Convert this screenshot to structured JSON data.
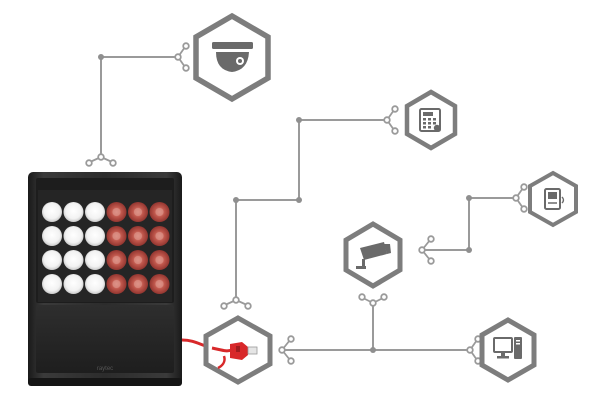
{
  "diagram": {
    "colors": {
      "line": "#9a9a9a",
      "node": "#8f8f8f",
      "hex_stroke": "#7d7d7d",
      "icon": "#6a6a6a",
      "illuminator_body": "#2a2a2a",
      "white_led": "#f7f7f7",
      "ir_led": "#b0483f",
      "cable": "#d8282a"
    },
    "illuminator": {
      "brand_text": "raytec",
      "white_led_rows": 4,
      "white_led_cols": 3,
      "ir_led_rows": 4,
      "ir_led_cols": 3
    },
    "devices": [
      {
        "id": "dome-camera",
        "icon": "dome-camera-icon"
      },
      {
        "id": "access-control",
        "icon": "access-panel-icon"
      },
      {
        "id": "intercom",
        "icon": "intercom-icon"
      },
      {
        "id": "bullet-camera",
        "icon": "bullet-camera-icon"
      },
      {
        "id": "network-switch",
        "icon": "network-cable-icon"
      },
      {
        "id": "monitoring-pc",
        "icon": "computer-icon"
      }
    ]
  }
}
